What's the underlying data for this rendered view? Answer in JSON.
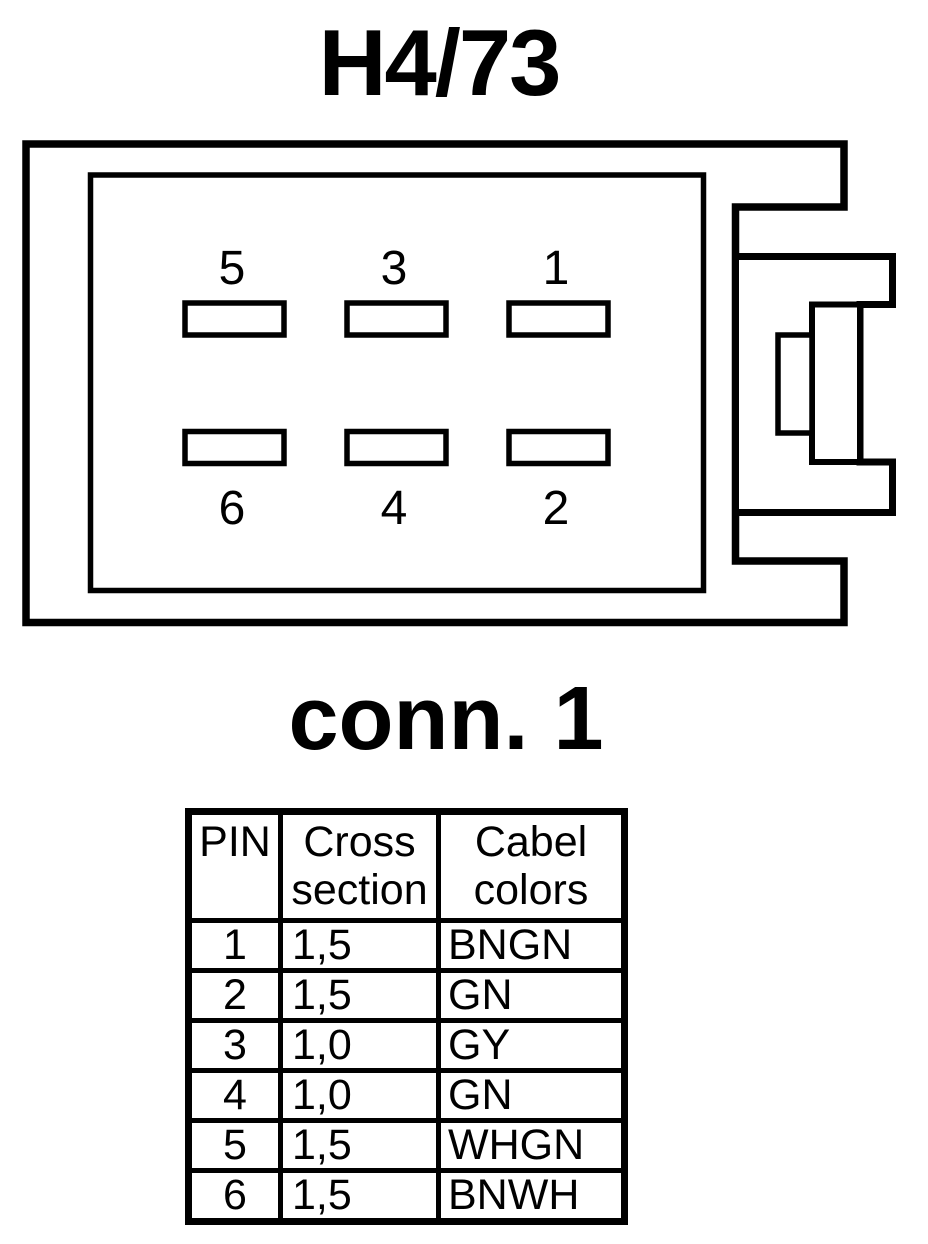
{
  "page": {
    "background": "#ffffff",
    "ink": "#000000"
  },
  "title": "H4/73",
  "connector": {
    "label": "conn. 1",
    "pins_top": [
      "5",
      "3",
      "1"
    ],
    "pins_bottom": [
      "6",
      "4",
      "2"
    ]
  },
  "table": {
    "headers": {
      "pin": "PIN",
      "cross_section": "Cross section",
      "cable_colors": "Cabel colors"
    },
    "rows": [
      {
        "pin": "1",
        "cross_section": "1,5",
        "cable_color": "BNGN"
      },
      {
        "pin": "2",
        "cross_section": "1,5",
        "cable_color": "GN"
      },
      {
        "pin": "3",
        "cross_section": "1,0",
        "cable_color": "GY"
      },
      {
        "pin": "4",
        "cross_section": "1,0",
        "cable_color": "GN"
      },
      {
        "pin": "5",
        "cross_section": "1,5",
        "cable_color": "WHGN"
      },
      {
        "pin": "6",
        "cross_section": "1,5",
        "cable_color": "BNWH"
      }
    ]
  }
}
